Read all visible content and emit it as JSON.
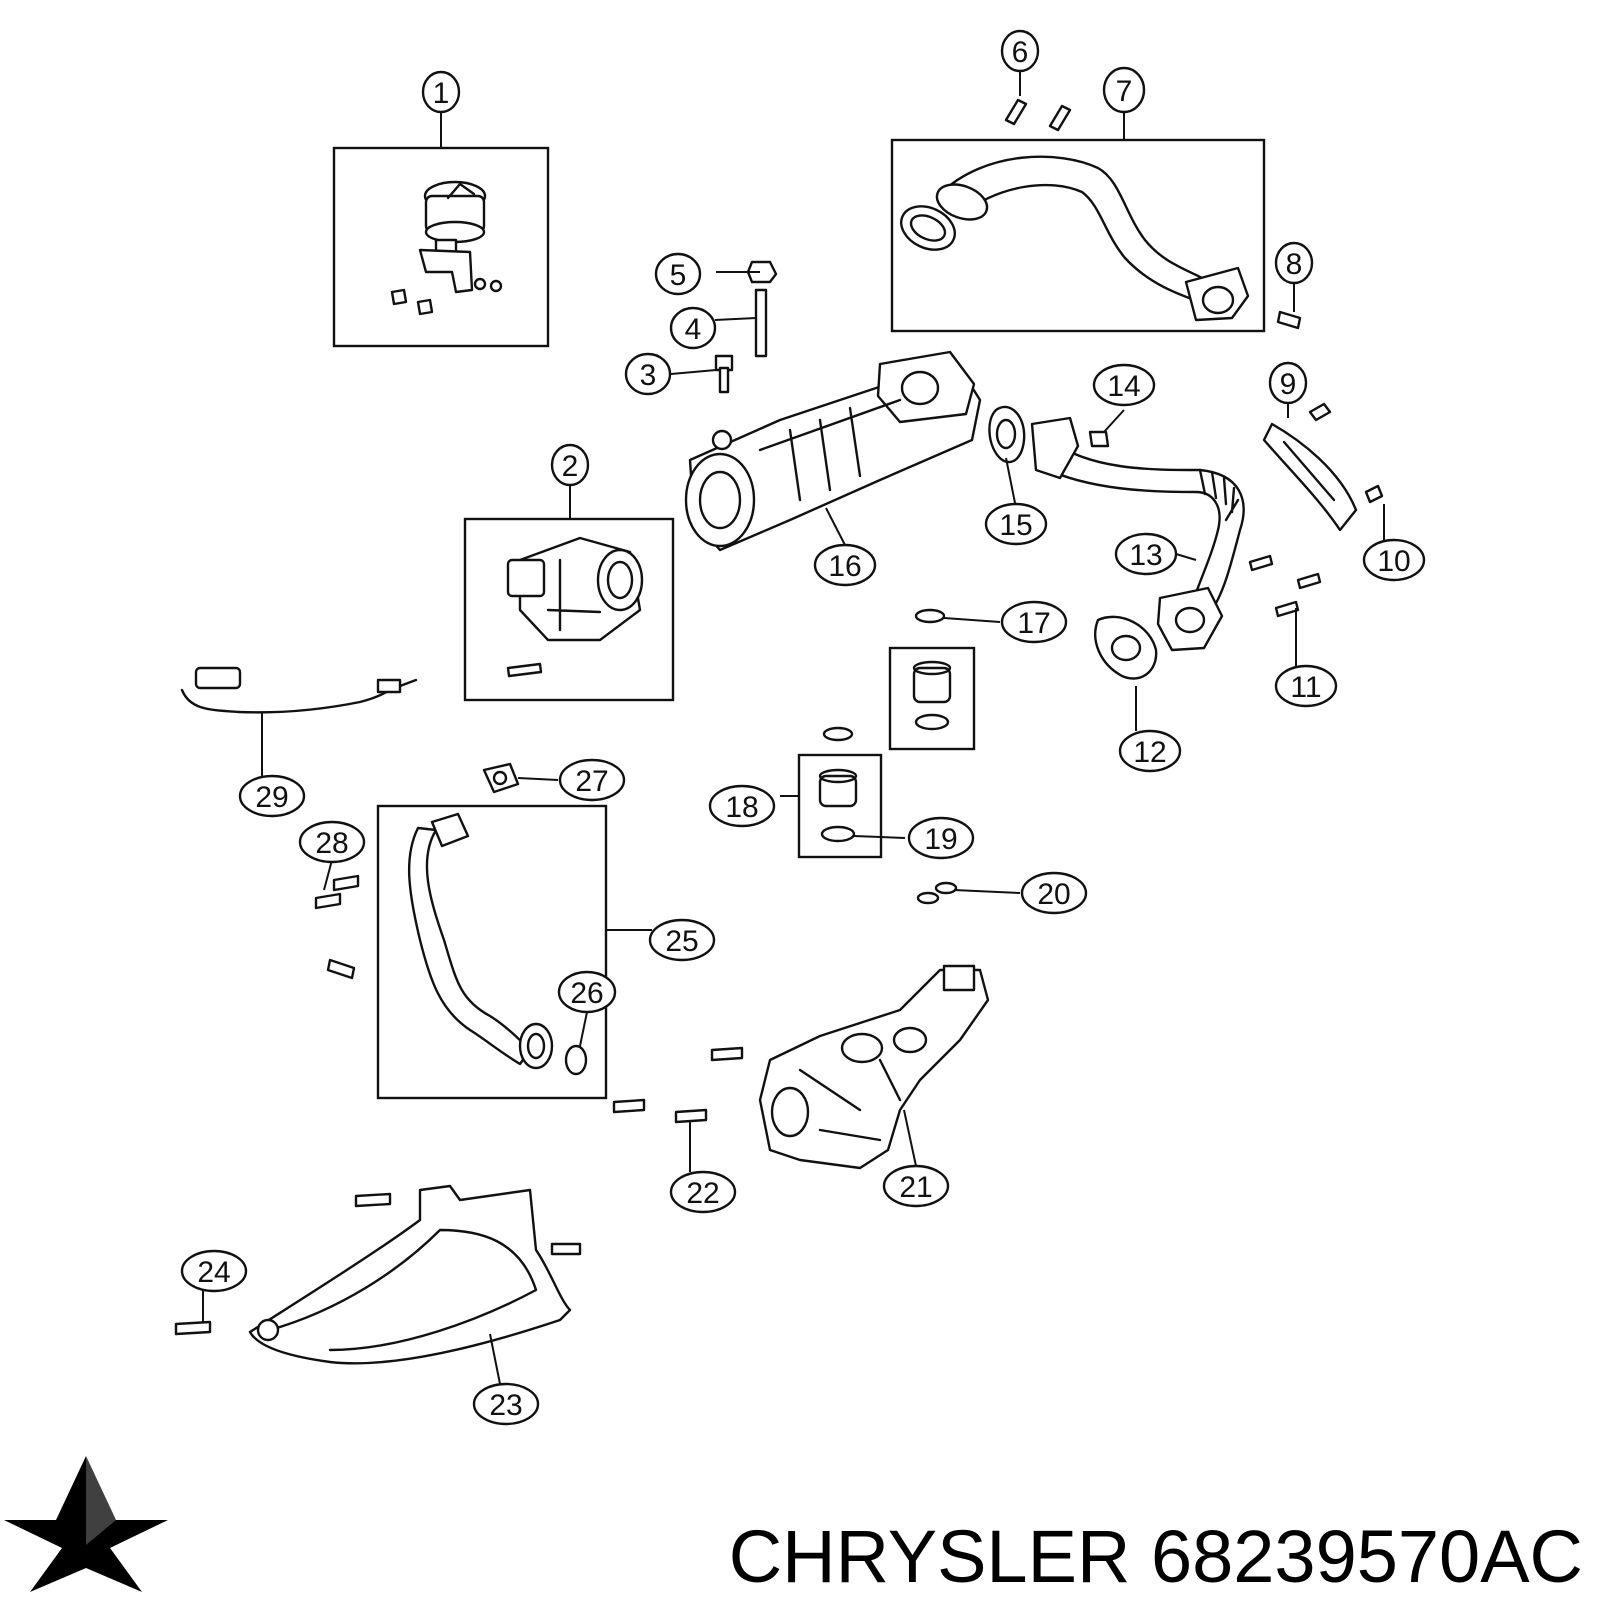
{
  "brand": {
    "text": "CHRYSLER 68239570AC",
    "logo_icon": "pentastar-logo"
  },
  "callouts": [
    {
      "id": "1",
      "label": "1"
    },
    {
      "id": "2",
      "label": "2"
    },
    {
      "id": "3",
      "label": "3"
    },
    {
      "id": "4",
      "label": "4"
    },
    {
      "id": "5",
      "label": "5"
    },
    {
      "id": "6",
      "label": "6"
    },
    {
      "id": "7",
      "label": "7"
    },
    {
      "id": "8",
      "label": "8"
    },
    {
      "id": "9",
      "label": "9"
    },
    {
      "id": "10",
      "label": "10"
    },
    {
      "id": "11",
      "label": "11"
    },
    {
      "id": "12",
      "label": "12"
    },
    {
      "id": "13",
      "label": "13"
    },
    {
      "id": "14",
      "label": "14"
    },
    {
      "id": "15",
      "label": "15"
    },
    {
      "id": "16",
      "label": "16"
    },
    {
      "id": "17",
      "label": "17"
    },
    {
      "id": "18",
      "label": "18"
    },
    {
      "id": "19",
      "label": "19"
    },
    {
      "id": "20",
      "label": "20"
    },
    {
      "id": "21",
      "label": "21"
    },
    {
      "id": "22",
      "label": "22"
    },
    {
      "id": "23",
      "label": "23"
    },
    {
      "id": "24",
      "label": "24"
    },
    {
      "id": "25",
      "label": "25"
    },
    {
      "id": "26",
      "label": "26"
    },
    {
      "id": "27",
      "label": "27"
    },
    {
      "id": "28",
      "label": "28"
    },
    {
      "id": "29",
      "label": "29"
    }
  ]
}
